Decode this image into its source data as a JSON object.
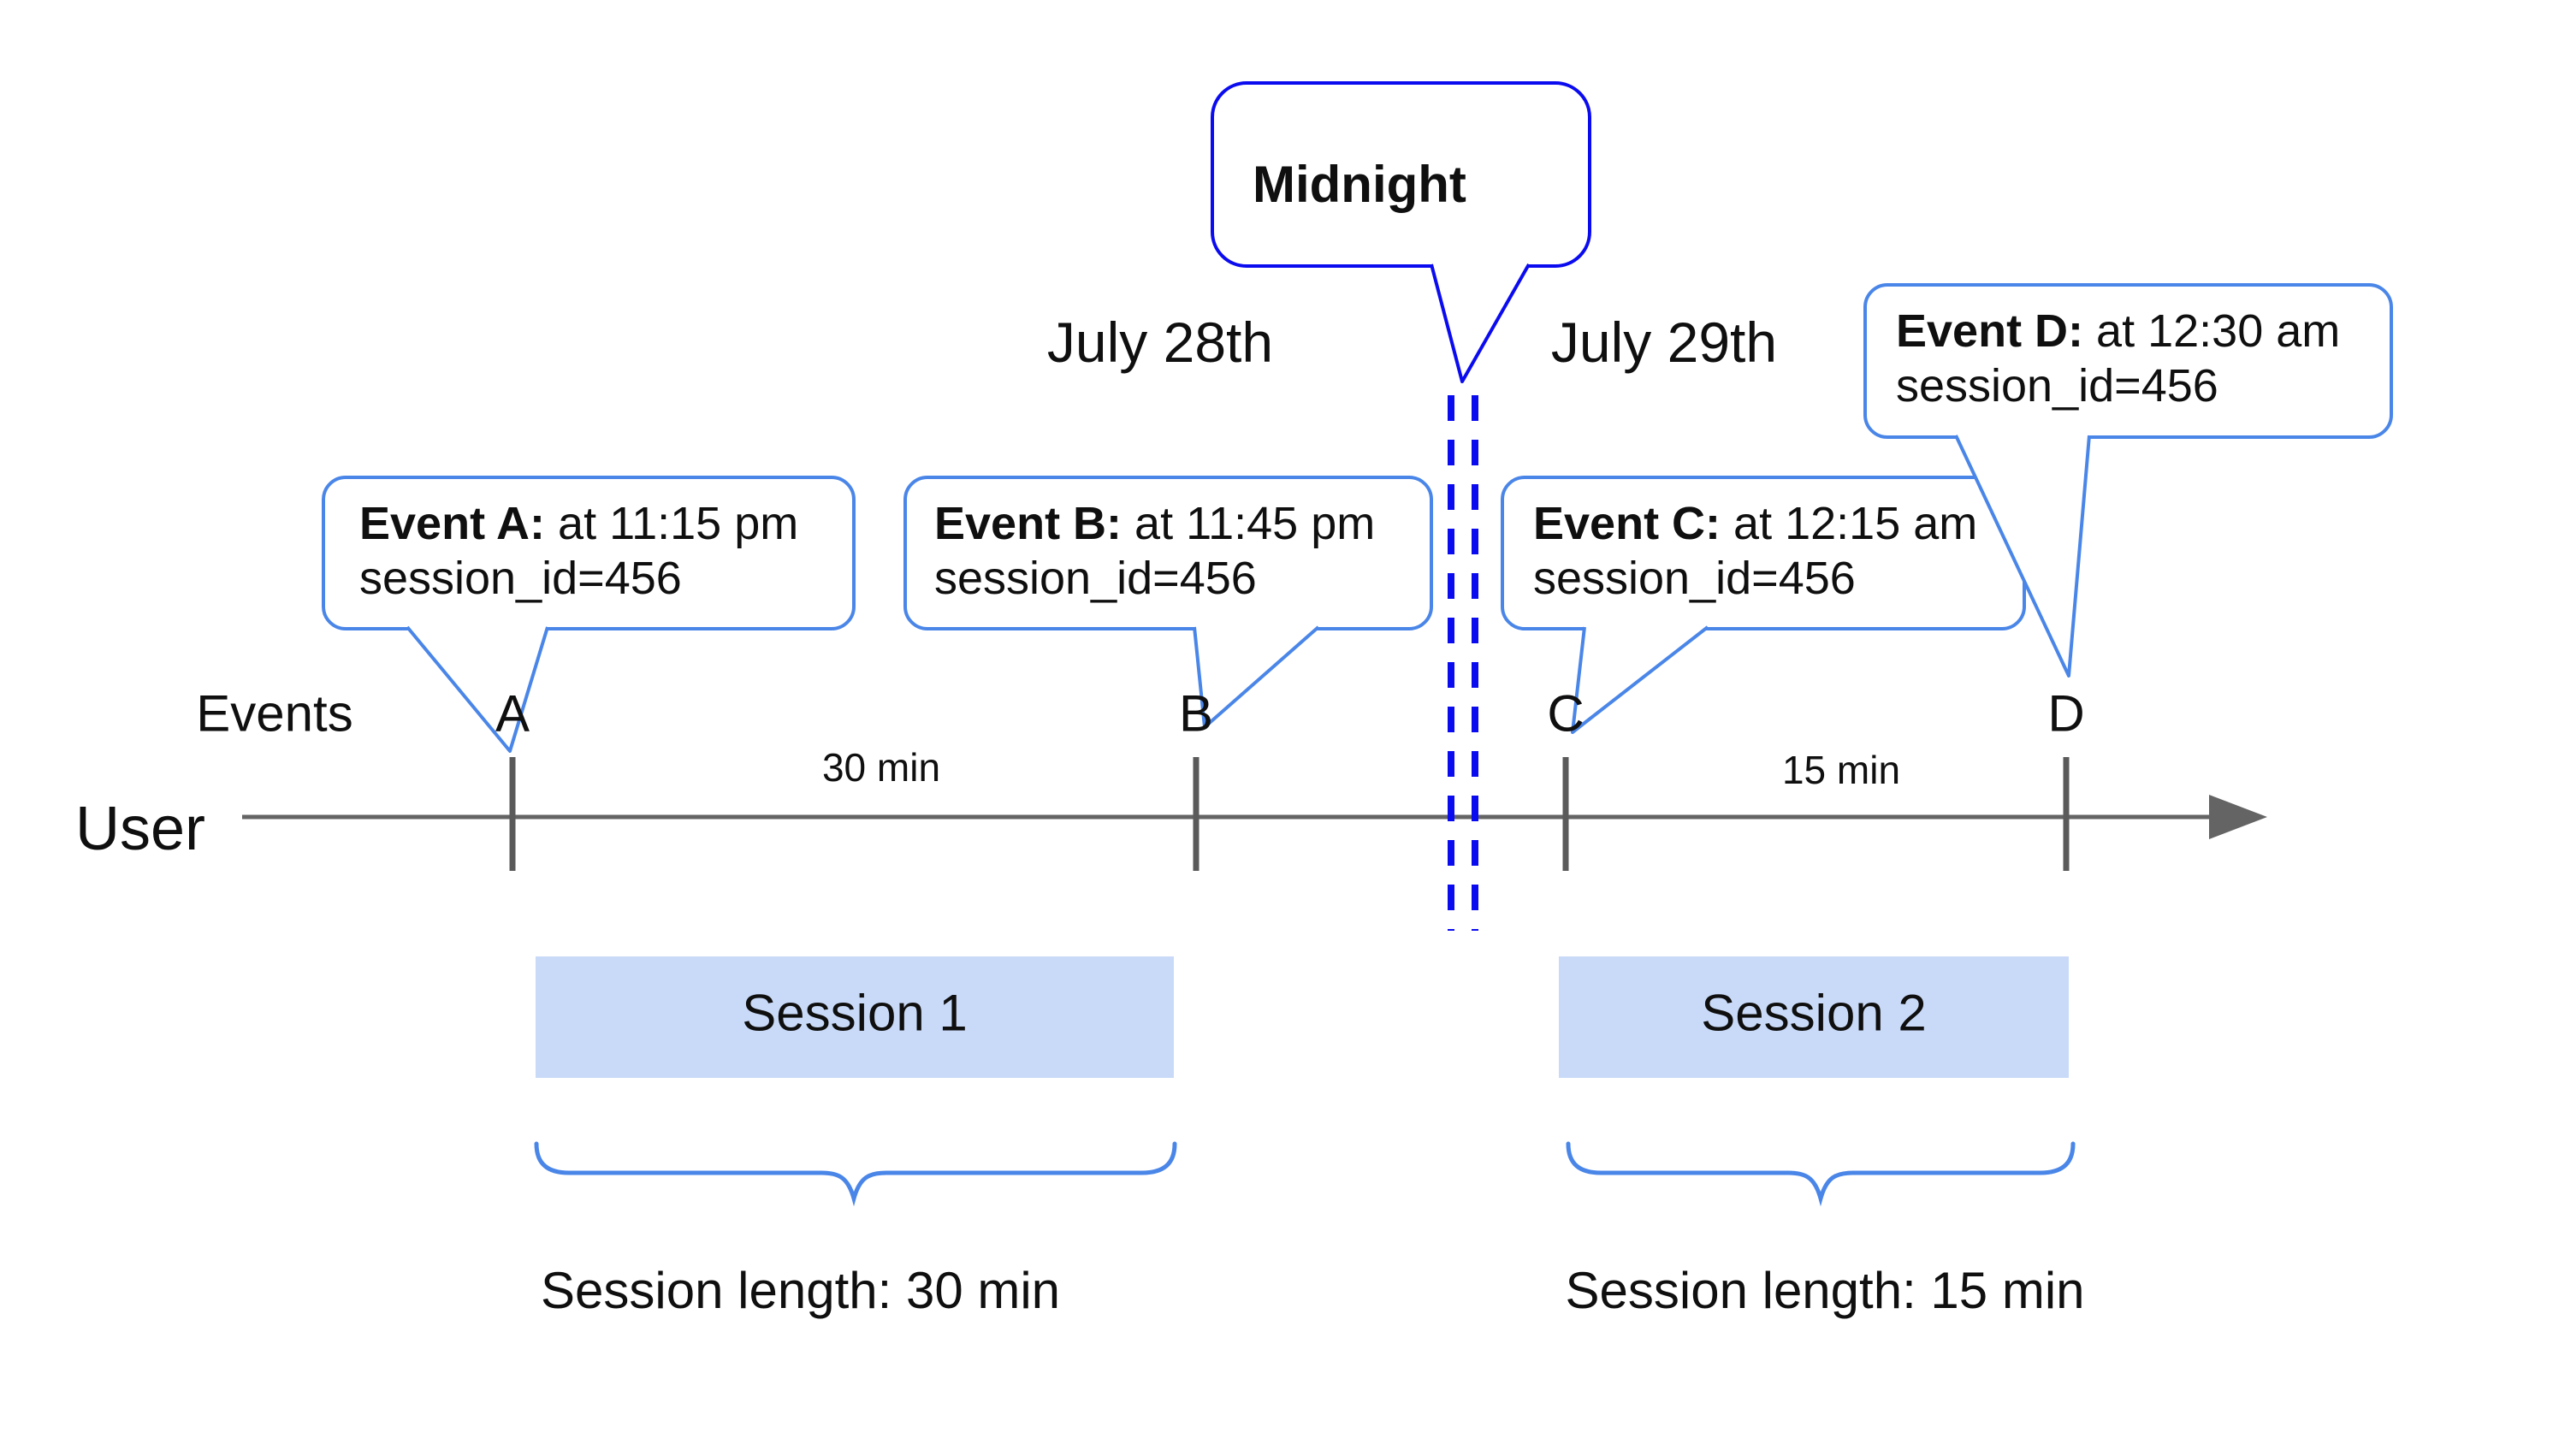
{
  "dates": {
    "left": "July 28th",
    "right": "July 29th"
  },
  "midnight": {
    "label": "Midnight"
  },
  "axis": {
    "events_label": "Events",
    "user_label": "User"
  },
  "events": [
    {
      "tick": "A",
      "title": "Event A:",
      "time": " at 11:15 pm",
      "session": "session_id=456"
    },
    {
      "tick": "B",
      "title": "Event B:",
      "time": " at 11:45 pm",
      "session": "session_id=456"
    },
    {
      "tick": "C",
      "title": "Event C:",
      "time": " at 12:15 am",
      "session": "session_id=456"
    },
    {
      "tick": "D",
      "title": "Event D:",
      "time": " at 12:30 am",
      "session": "session_id=456"
    }
  ],
  "intervals": {
    "first": "30 min",
    "second": "15 min"
  },
  "sessions": [
    {
      "name": "Session 1",
      "length": "Session length: 30 min"
    },
    {
      "name": "Session 2",
      "length": "Session length: 15 min"
    }
  ],
  "colors": {
    "callout_border": "#4a86e8",
    "midnight_blue": "#0b0bf0",
    "session_fill": "#c9daf8",
    "axis_gray": "#646464",
    "text": "#0f0f0f"
  }
}
